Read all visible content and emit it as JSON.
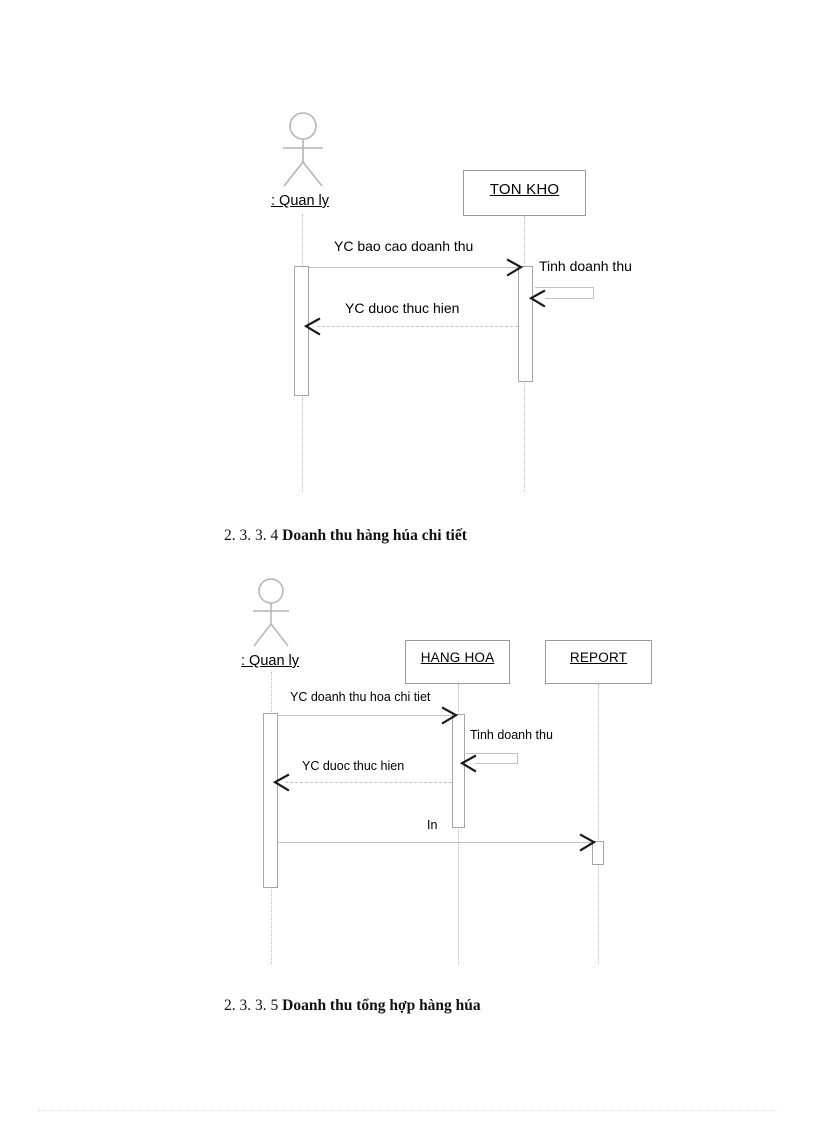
{
  "document": {
    "page_background": "#ffffff",
    "line_color": "#9a9a9a",
    "text_color": "#000000"
  },
  "diagram1": {
    "name": "sequence-diagram-doanh-thu-ton-kho",
    "actor": {
      "label": ": Quan ly",
      "icon": "actor-stick-figure"
    },
    "objects": [
      {
        "label": "TON KHO"
      }
    ],
    "messages": [
      {
        "label": "YC bao cao doanh thu",
        "kind": "call",
        "from": "actor",
        "to": "TON KHO"
      },
      {
        "label": "Tinh doanh thu",
        "kind": "self",
        "from": "TON KHO",
        "to": "TON KHO"
      },
      {
        "label": "YC duoc thuc hien",
        "kind": "return",
        "from": "TON KHO",
        "to": "actor"
      }
    ]
  },
  "caption1": {
    "number": "2. 3. 3. 4",
    "title": "Doanh thu hàng húa chi tiết"
  },
  "diagram2": {
    "name": "sequence-diagram-doanh-thu-hang-hoa",
    "actor": {
      "label": ": Quan ly",
      "icon": "actor-stick-figure"
    },
    "objects": [
      {
        "label": "HANG HOA"
      },
      {
        "label": "REPORT"
      }
    ],
    "messages": [
      {
        "label": "YC doanh thu hoa chi tiet",
        "kind": "call",
        "from": "actor",
        "to": "HANG HOA"
      },
      {
        "label": "Tinh doanh thu",
        "kind": "self",
        "from": "HANG HOA",
        "to": "HANG HOA"
      },
      {
        "label": "YC duoc thuc hien",
        "kind": "return",
        "from": "HANG HOA",
        "to": "actor"
      },
      {
        "label": "In",
        "kind": "call",
        "from": "actor",
        "to": "REPORT"
      }
    ]
  },
  "caption2": {
    "number": "2. 3. 3. 5",
    "title": "Doanh thu tổng hợp hàng húa"
  }
}
